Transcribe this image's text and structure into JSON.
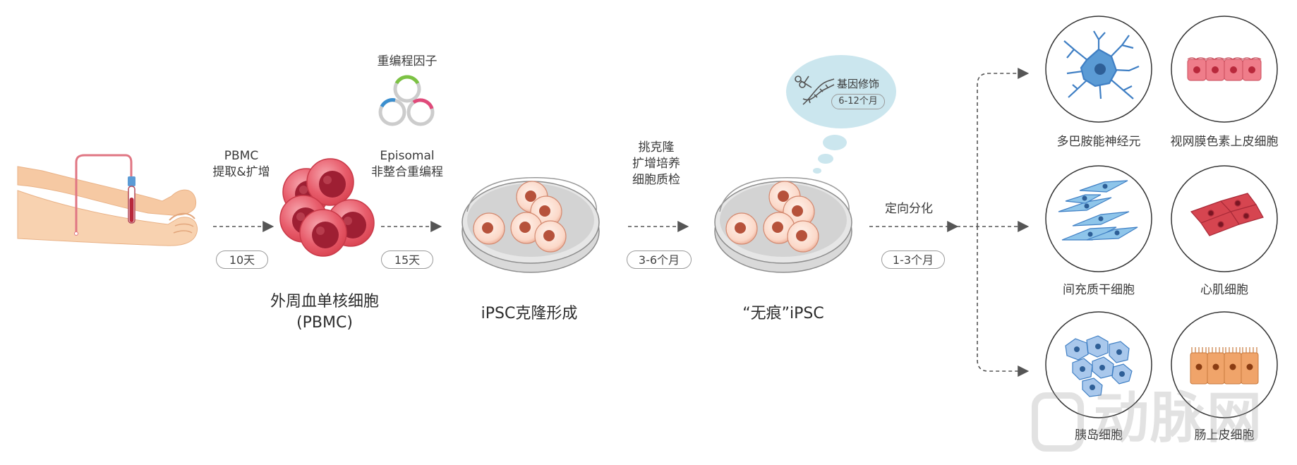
{
  "steps": {
    "pbmc_label": [
      "PBMC",
      "提取&扩增"
    ],
    "pbmc_duration": "10天",
    "reprogram_factor": "重编程因子",
    "episomal_label": [
      "Episomal",
      "非整合重编程"
    ],
    "episomal_duration": "15天",
    "clone_label": [
      "挑克隆",
      "扩增培养",
      "细胞质检"
    ],
    "clone_duration": "3-6个月",
    "diff_label": "定向分化",
    "diff_duration": "1-3个月"
  },
  "stages": {
    "pbmc_title": [
      "外周血单核细胞",
      "(PBMC)"
    ],
    "ipsc_colony": "iPSC克隆形成",
    "scarless_ipsc": "“无痕”iPSC"
  },
  "gene_edit": {
    "label": "基因修饰",
    "duration": "6-12个月"
  },
  "cell_types": [
    {
      "name": "多巴胺能神经元"
    },
    {
      "name": "视网膜色素上皮细胞"
    },
    {
      "name": "间充质干细胞"
    },
    {
      "name": "心肌细胞"
    },
    {
      "name": "胰岛细胞"
    },
    {
      "name": "肠上皮细胞"
    }
  ],
  "watermark": "动脉网",
  "colors": {
    "arrow": "#555555",
    "pink_cell": "#e85d6c",
    "dark_red_nucleus": "#9e1f33",
    "petri": "#d9d9d9",
    "skin": "#f6c9a3",
    "blue_cell": "#5b9bd5",
    "cardio_red": "#d64550",
    "intestine_orange": "#f0a46a"
  }
}
